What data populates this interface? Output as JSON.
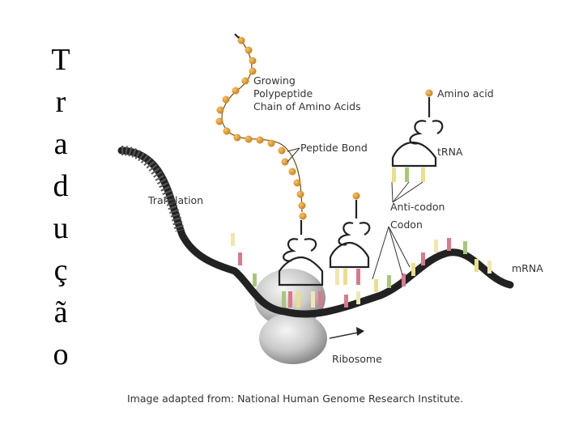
{
  "title_letters": [
    "T",
    "r",
    "a",
    "d",
    "u",
    "ç",
    "ã",
    "o"
  ],
  "labels": {
    "growing_1": "Growing",
    "growing_2": "Polypeptide",
    "growing_3": "Chain of Amino Acids",
    "peptide_bond": "Peptide Bond",
    "amino_acid": "Amino acid",
    "trna": "tRNA",
    "translation": "Translation",
    "anticodon": "Anti-codon",
    "codon": "Codon",
    "mrna": "mRNA",
    "ribosome": "Ribosome"
  },
  "caption": "Image adapted from: National Human Genome Research Institute.",
  "colors": {
    "amino_acid": "#e39a2c",
    "strand": "#222222",
    "ribosome": "#bdbdbd",
    "base_pink": "#d77a8a",
    "base_yellow": "#e8e08a",
    "base_green": "#a8c77c",
    "base_cream": "#efe6b0"
  }
}
